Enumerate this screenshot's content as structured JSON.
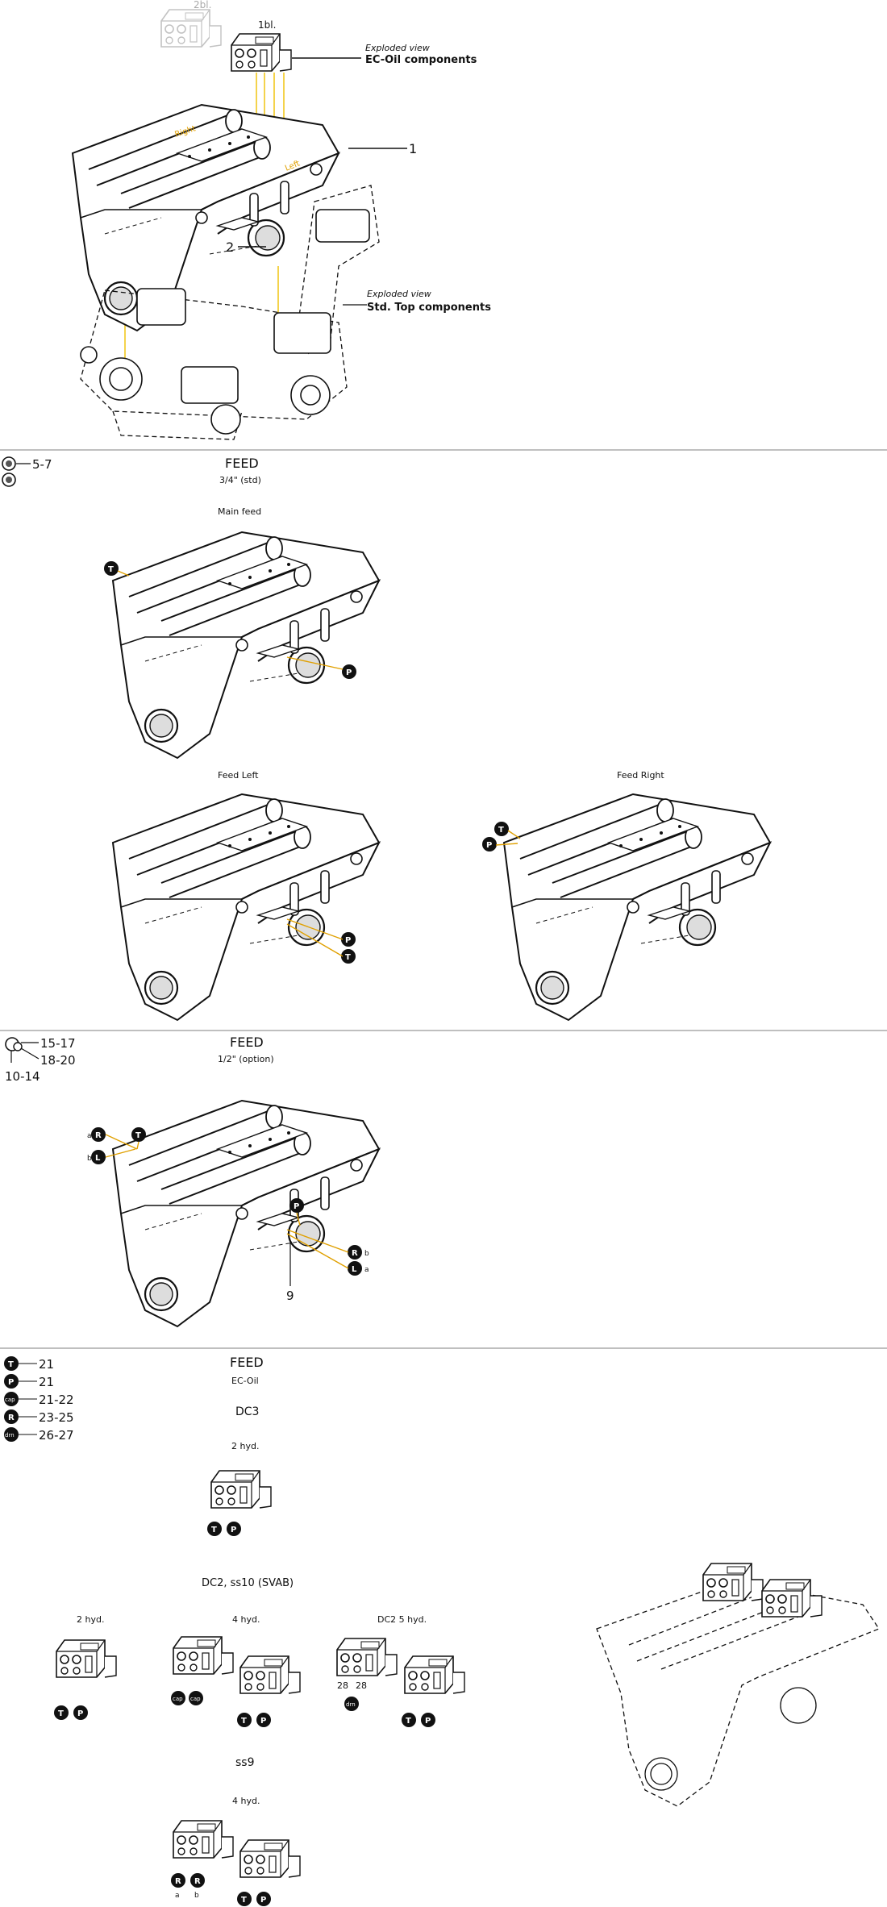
{
  "section1": {
    "ghost_label": "2bl.",
    "valve_label": "1bl.",
    "exploded_ec_line1": "Exploded view",
    "exploded_ec_line2": "EC-Oil components",
    "exploded_std_line1": "Exploded view",
    "exploded_std_line2": "Std. Top components",
    "callout_1": "1",
    "callout_2": "2",
    "right_tag": "Right",
    "left_tag": "Left"
  },
  "section2": {
    "legend_range": "5-7",
    "title": "FEED",
    "subtitle": "3/4\" (std)",
    "main_feed": "Main feed",
    "feed_left": "Feed Left",
    "feed_right": "Feed Right",
    "port_t": "T",
    "port_p": "P"
  },
  "section3": {
    "legend_a": "15-17",
    "legend_b": "18-20",
    "legend_c": "10-14",
    "title": "FEED",
    "subtitle": "1/2\" (option)",
    "callout_9": "9",
    "port_r": "R",
    "port_l": "L",
    "port_t": "T",
    "port_p": "P",
    "side_a": "a",
    "side_b": "b"
  },
  "section4": {
    "legend": [
      {
        "sym": "T",
        "range": "21"
      },
      {
        "sym": "P",
        "range": "21"
      },
      {
        "sym": "cap",
        "range": "21-22"
      },
      {
        "sym": "R",
        "range": "23-25"
      },
      {
        "sym": "drn",
        "range": "26-27"
      }
    ],
    "title": "FEED",
    "subtitle": "EC-Oil",
    "dc3": "DC3",
    "dc3_hyd": "2 hyd.",
    "dc2_group": "DC2, ss10 (SVAB)",
    "dc2_2hyd": "2 hyd.",
    "dc2_4hyd": "4 hyd.",
    "dc2_5hyd": "DC2 5 hyd.",
    "ss9": "ss9",
    "ss9_hyd": "4 hyd.",
    "port_28a": "28",
    "port_28b": "28",
    "cap": "cap",
    "drn": "drn"
  }
}
